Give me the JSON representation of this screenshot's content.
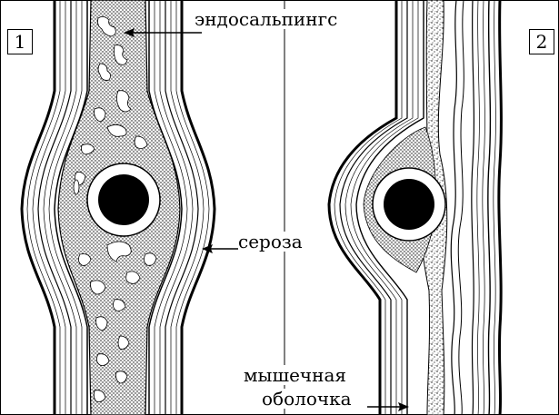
{
  "panels": [
    {
      "number": "1"
    },
    {
      "number": "2"
    }
  ],
  "labels": {
    "endosalpinx": "эндосальпингс",
    "serosa": "сероза",
    "muscular_line1": "мышечная",
    "muscular_line2": "оболочка"
  },
  "colors": {
    "ink": "#000000",
    "paper": "#ffffff"
  }
}
